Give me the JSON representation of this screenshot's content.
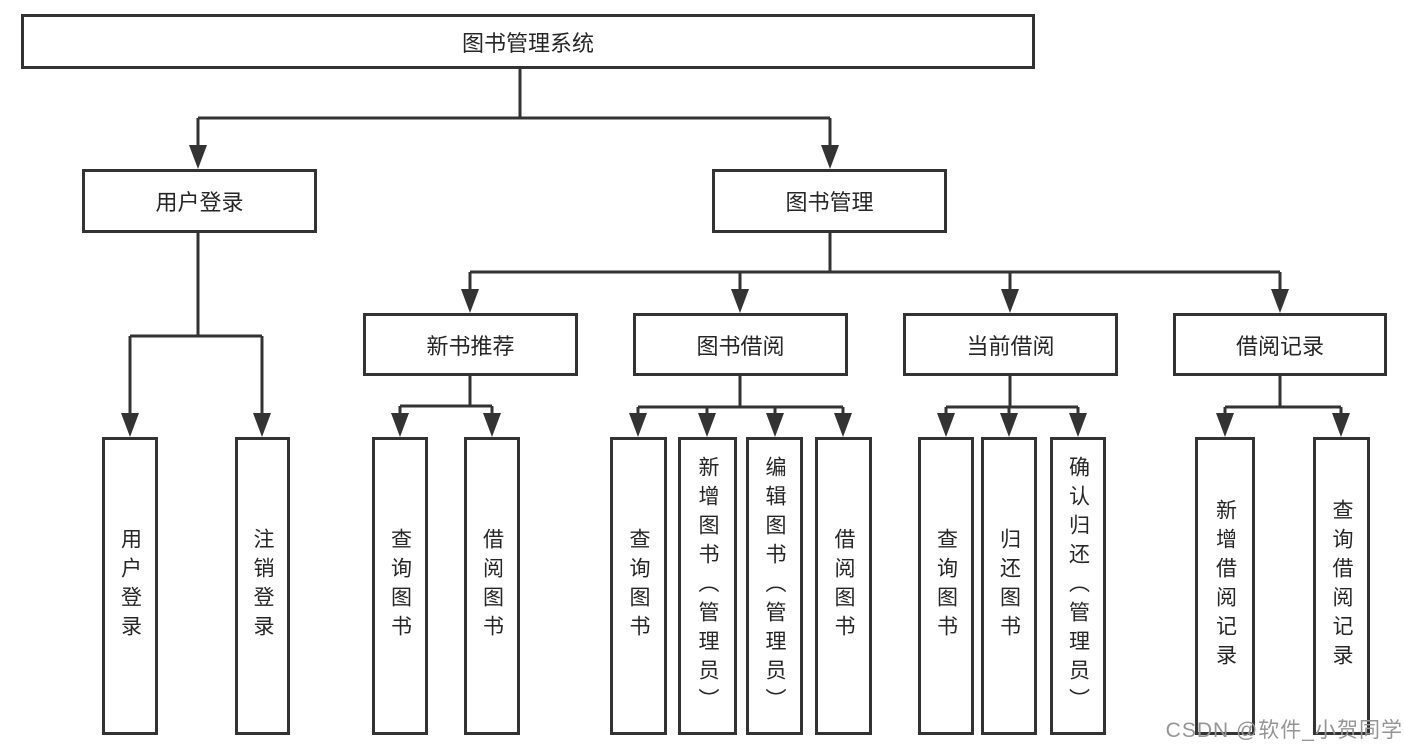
{
  "diagram": {
    "type": "tree",
    "orientation": "top-down",
    "colors": {
      "background": "#ffffff",
      "line": "#333333",
      "box_border": "#333333",
      "box_fill": "#ffffff",
      "text": "#262626",
      "watermark_text_color": "#959595"
    },
    "tree": {
      "label": "图书管理系统",
      "children": [
        {
          "label": "用户登录",
          "children": [
            {
              "label": "用户登录"
            },
            {
              "label": "注销登录"
            }
          ]
        },
        {
          "label": "图书管理",
          "children": [
            {
              "label": "新书推荐",
              "children": [
                {
                  "label": "查询图书"
                },
                {
                  "label": "借阅图书"
                }
              ]
            },
            {
              "label": "图书借阅",
              "children": [
                {
                  "label": "查询图书"
                },
                {
                  "label": "新增图书（管理员）"
                },
                {
                  "label": "编辑图书（管理员）"
                },
                {
                  "label": "借阅图书"
                }
              ]
            },
            {
              "label": "当前借阅",
              "children": [
                {
                  "label": "查询图书"
                },
                {
                  "label": "归还图书"
                },
                {
                  "label": "确认归还（管理员）"
                }
              ]
            },
            {
              "label": "借阅记录",
              "children": [
                {
                  "label": "新增借阅记录"
                },
                {
                  "label": "查询借阅记录"
                }
              ]
            }
          ]
        }
      ]
    },
    "watermark": {
      "text": "CSDN @软件_小贺同学"
    }
  }
}
